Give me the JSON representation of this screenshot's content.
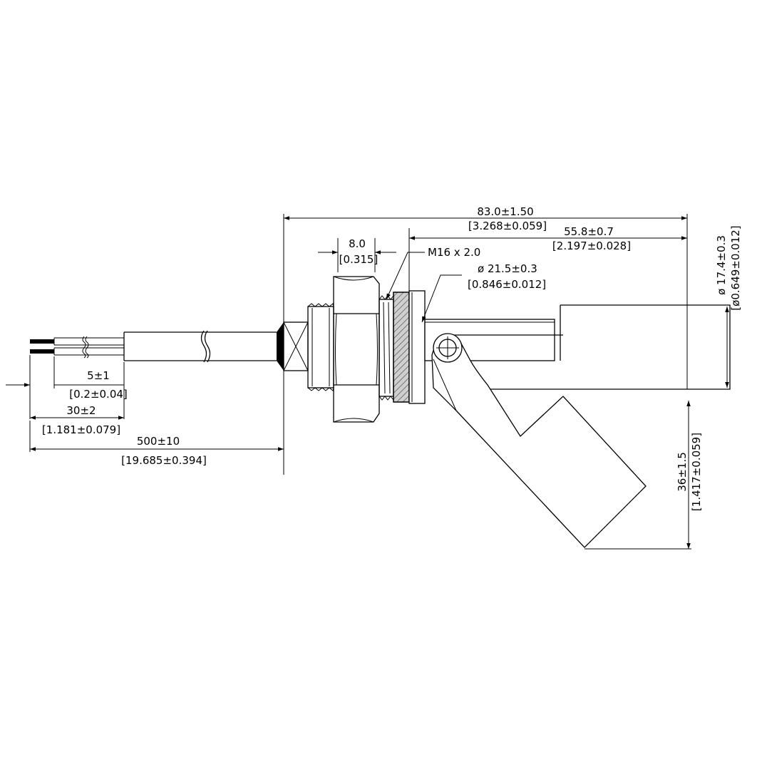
{
  "colors": {
    "line": "#000000",
    "background": "#ffffff",
    "hatch": "#000000"
  },
  "dimensions": {
    "overall_length": {
      "metric": "83.0±1.50",
      "imperial": "[3.268±0.059]"
    },
    "float_length": {
      "metric": "55.8±0.7",
      "imperial": "[2.197±0.028]"
    },
    "nut_width": {
      "metric": "8.0",
      "imperial": "[0.315]"
    },
    "thread": {
      "label": "M16 x 2.0"
    },
    "gasket_diameter": {
      "metric": "ø 21.5±0.3",
      "imperial": "[0.846±0.012]"
    },
    "float_diameter": {
      "metric": "ø 17.4±0.3",
      "imperial": "[ø0.649±0.012]"
    },
    "float_drop": {
      "metric": "36±1.5",
      "imperial": "[1.417±0.059]"
    },
    "wire_strip": {
      "metric": "5±1",
      "imperial": "[0.2±0.04]"
    },
    "jacket_strip": {
      "metric": "30±2",
      "imperial": "[1.181±0.079]"
    },
    "cable_length": {
      "metric": "500±10",
      "imperial": "[19.685±0.394]"
    }
  }
}
